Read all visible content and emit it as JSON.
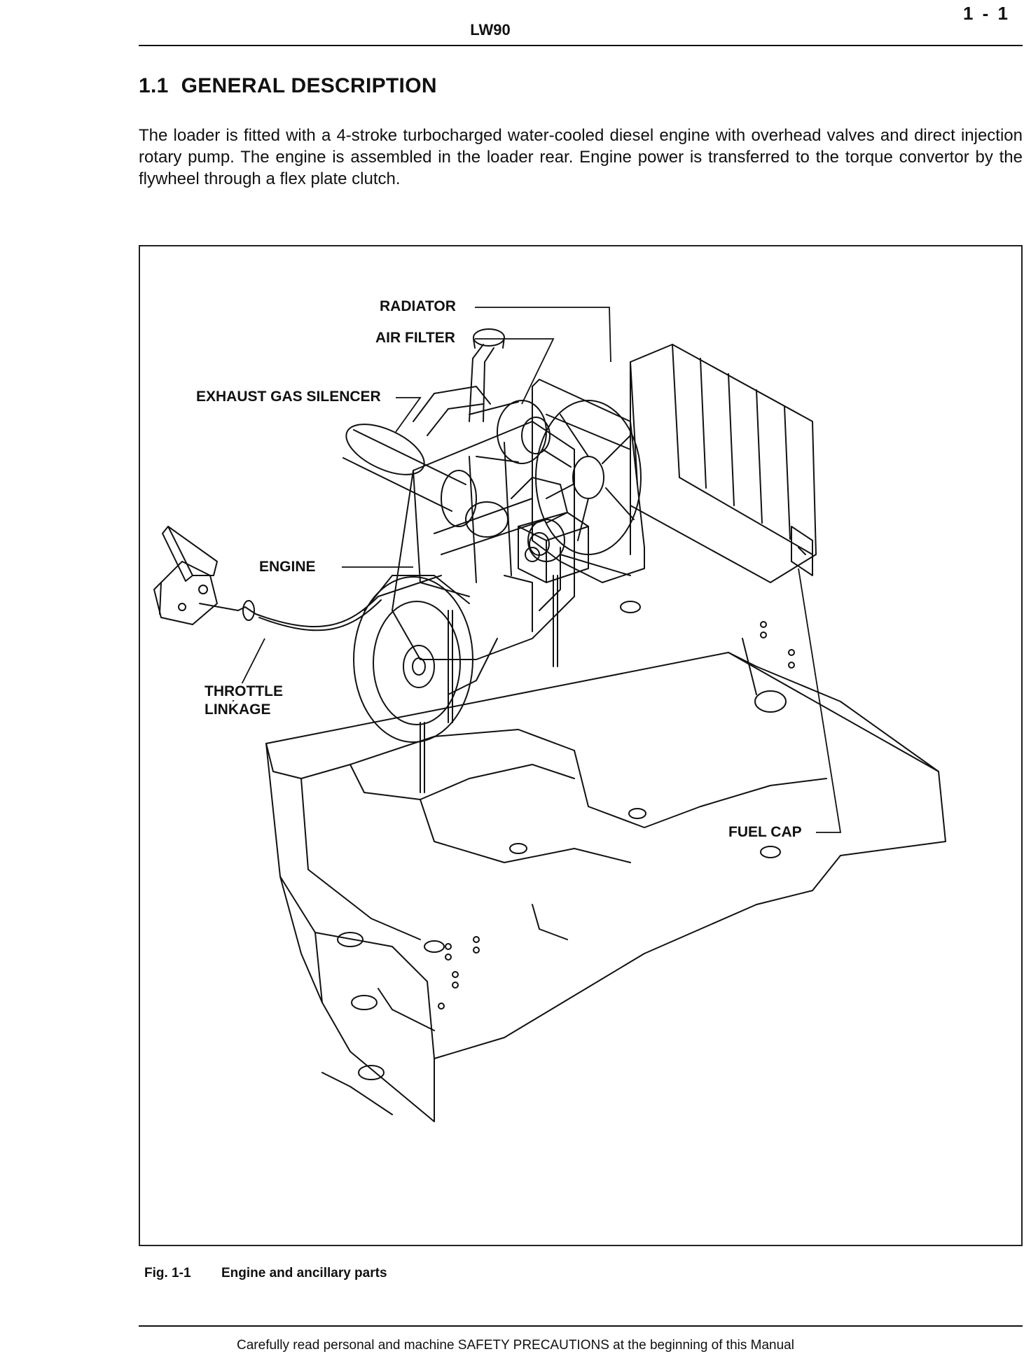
{
  "header": {
    "page_number": "1 - 1",
    "model": "LW90"
  },
  "section": {
    "number": "1.1",
    "title": "GENERAL DESCRIPTION"
  },
  "body_text": "The loader is fitted with a 4-stroke turbocharged water-cooled diesel engine with overhead valves and direct injection rotary pump. The engine is assembled in the loader rear. Engine power is transferred to the torque convertor by the flywheel through a flex plate clutch.",
  "figure": {
    "callouts": {
      "radiator": "RADIATOR",
      "air_filter": "AIR FILTER",
      "exhaust_gas_silencer": "EXHAUST GAS SILENCER",
      "engine": "ENGINE",
      "throttle_linkage_line1": "THROTTLE",
      "throttle_linkage_line2": "LINKAGE",
      "fuel_cap": "FUEL CAP"
    },
    "caption_number": "Fig. 1-1",
    "caption_text": "Engine and ancillary parts"
  },
  "footer": {
    "note": "Carefully read personal and machine SAFETY PRECAUTIONS at the beginning of this Manual"
  }
}
